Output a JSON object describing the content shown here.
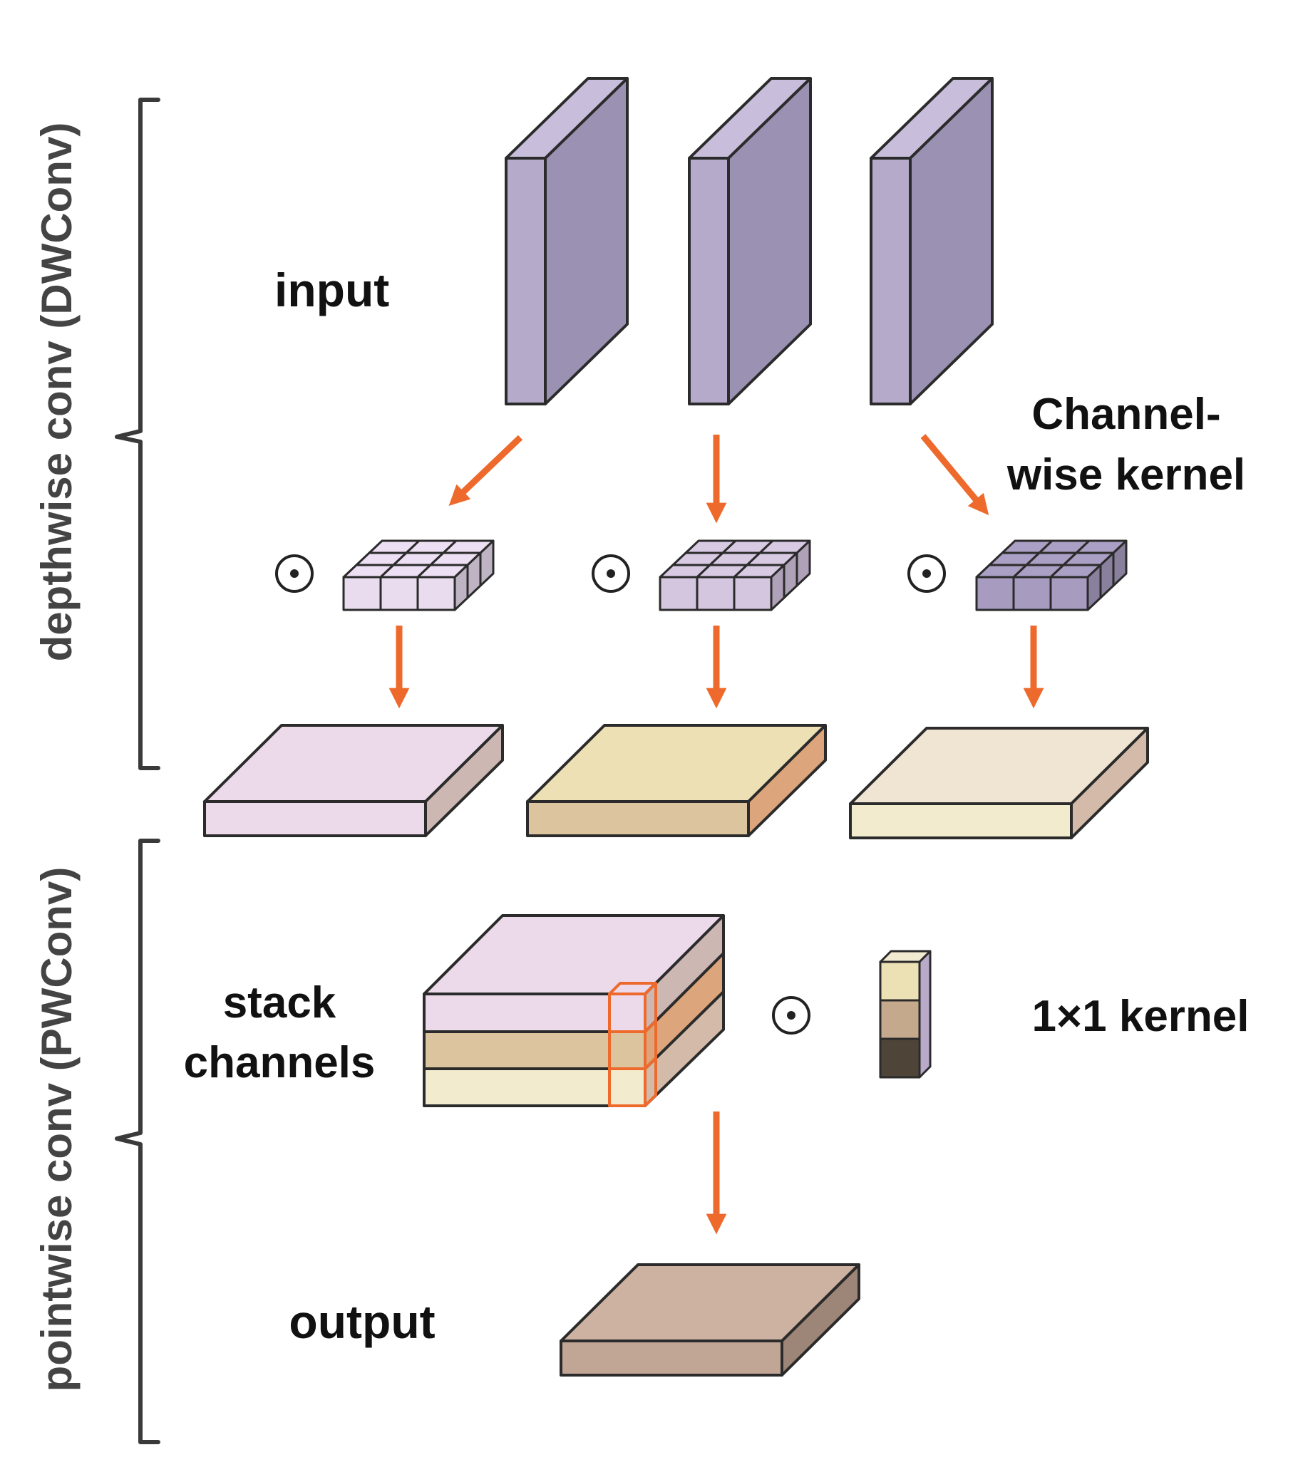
{
  "labels": {
    "input": "input",
    "channelwise_line1": "Channel-",
    "channelwise_line2": "wise kernel",
    "stack_line1": "stack",
    "stack_line2": "channels",
    "kernel_1x1": "1×1 kernel",
    "output": "output"
  },
  "side_labels": {
    "depthwise": "depthwise conv (DWConv)",
    "pointwise": "pointwise conv (PWConv)"
  },
  "operator_symbol": "⊙",
  "colors": {
    "arrow": "#ee6a2c",
    "highlight": "#ee6a2c",
    "input_front": "#9b92b3",
    "input_side": "#b5aac9",
    "input_top": "#c8bedb",
    "kernel1": "#e9dcef",
    "kernel2": "#d5c6e0",
    "kernel3": "#a79cc0",
    "map1": "#ecdaea",
    "map2": "#dcc49f",
    "map3": "#f0e7d0",
    "output": "#c9ad9b",
    "k1x1_top": "#ece0b5",
    "k1x1_mid": "#c4a98c",
    "k1x1_bot": "#4f4438"
  }
}
